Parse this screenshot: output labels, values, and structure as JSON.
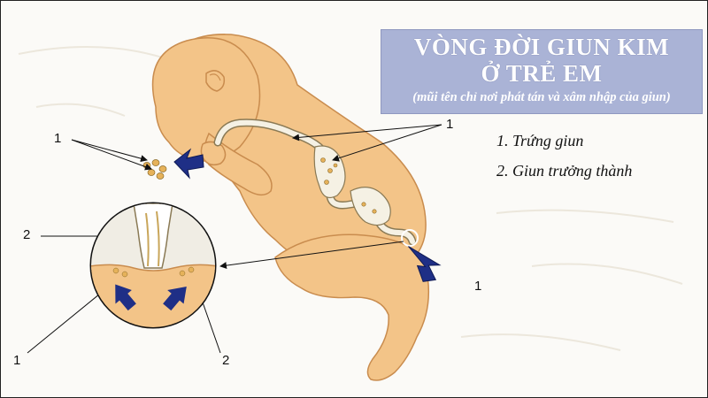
{
  "title": {
    "line1": "VÒNG ĐỜI GIUN KIM",
    "line2": "Ở TRẺ EM",
    "subtitle": "(mũi tên chỉ nơi phát tán và xâm nhập của giun)"
  },
  "legend": [
    "1. Trứng giun",
    "2. Giun trưởng thành"
  ],
  "markers": {
    "mouth_eggs": "1",
    "intestine_eggs": "1",
    "anus_arrow": "1",
    "inset_worm": "2",
    "inset_eggs": "1",
    "inset_worm_bottom": "2"
  },
  "colors": {
    "skin": "#f3c488",
    "skin_outline": "#c98c4e",
    "title_bg": "#aab3d6",
    "arrow": "#1f2f86",
    "gut": "#f5f1e4",
    "egg": "#e6b25a"
  }
}
